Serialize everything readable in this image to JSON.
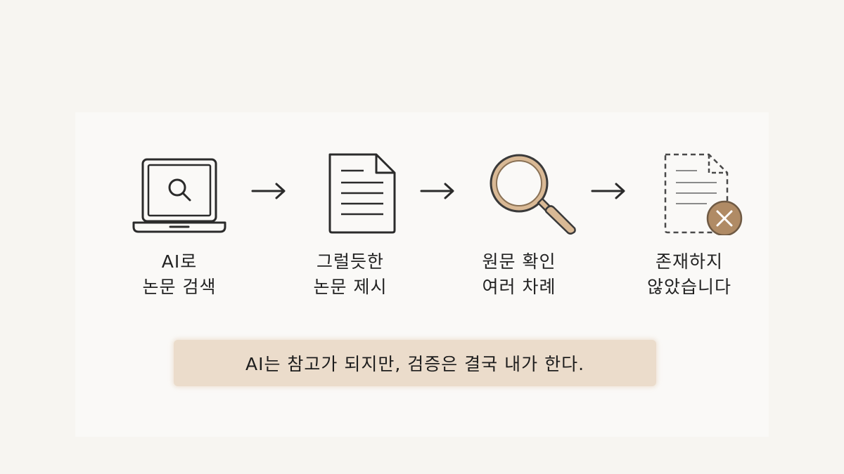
{
  "steps": [
    {
      "line1": "AI로",
      "line2": "논문 검색",
      "icon": "laptop-search-icon"
    },
    {
      "line1": "그럴듯한",
      "line2": "논문 제시",
      "icon": "document-icon"
    },
    {
      "line1": "원문 확인",
      "line2": "여러 차례",
      "icon": "magnifier-icon"
    },
    {
      "line1": "존재하지",
      "line2": "않았습니다",
      "icon": "missing-document-icon"
    }
  ],
  "tagline": "AI는 참고가 되지만, 검증은 결국 내가 한다.",
  "colors": {
    "background": "#f7f5f1",
    "panel": "#faf9f7",
    "accent": "#d9b995",
    "accent_dark": "#8a7256",
    "highlight": "#ebdccb",
    "stroke": "#2b2b2b"
  }
}
